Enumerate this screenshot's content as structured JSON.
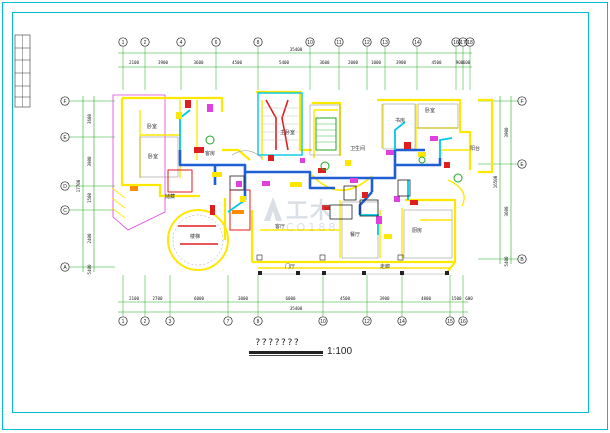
{
  "drawing": {
    "title": "???????",
    "scale": "1:100"
  },
  "watermark": {
    "brand": "工木",
    "code": "CO188"
  },
  "axes": {
    "top_bubbles": [
      "1",
      "2",
      "4",
      "6",
      "8",
      "10",
      "11",
      "12",
      "13",
      "14",
      "16",
      "17",
      "18"
    ],
    "top_dims": [
      "2100",
      "3900",
      "3600",
      "4500",
      "5400",
      "3600",
      "2000",
      "1000",
      "3900",
      "4500",
      "900",
      "600"
    ],
    "top_total": "35400",
    "bottom_bubbles": [
      "1",
      "2",
      "3",
      "7",
      "8",
      "10",
      "12",
      "14",
      "15",
      "16"
    ],
    "bottom_dims": [
      "2100",
      "2700",
      "6000",
      "3000",
      "6000",
      "4500",
      "3900",
      "4800",
      "1500",
      "600"
    ],
    "bottom_total": "35400",
    "left_bubbles": [
      "F",
      "E",
      "D",
      "C",
      "A"
    ],
    "left_dims": [
      "3600",
      "3900",
      "1500",
      "2400",
      "5400"
    ],
    "left_total": "17700",
    "right_bubbles": [
      "F",
      "E",
      "B"
    ],
    "right_dims": [
      "3900",
      "3600",
      "5400"
    ],
    "right_total": "16500"
  },
  "rooms": {
    "r1": "卧室",
    "r2": "卧室",
    "r3": "客厅",
    "r4": "餐厅",
    "r5": "书房",
    "r6": "卧室",
    "r7": "厨房",
    "r8": "卫生间",
    "r9": "阳台",
    "r10": "主卧室",
    "r11": "客房",
    "r12": "储藏",
    "r13": "楼梯",
    "r14": "门厅",
    "r15": "走廊"
  },
  "colors": {
    "frame": "#00bcd4",
    "axis": "#1faa1f",
    "wall": "#ffe800",
    "duct_blue": "#1f5fd6",
    "duct_cyan": "#00c8e6",
    "accent_red": "#e01e1e",
    "accent_magenta": "#e040e0",
    "accent_orange": "#ff8c00"
  }
}
